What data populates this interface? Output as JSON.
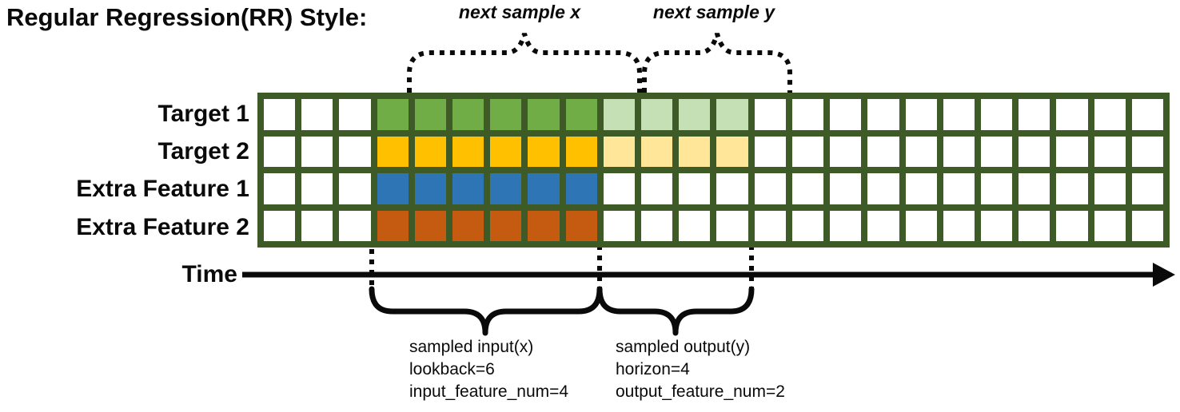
{
  "title": "Regular Regression(RR) Style:",
  "brace_labels": {
    "next_x": "next sample x",
    "next_y": "next sample y"
  },
  "time_label": "Time",
  "palette": {
    "white": "#ffffff",
    "green": "#70AD47",
    "light_green": "#C5E0B4",
    "gold": "#FFC000",
    "light_gold": "#FFE699",
    "blue": "#2E75B6",
    "orange": "#C55A11",
    "grid_line": "#3e5b27",
    "ink": "#0a0a0a"
  },
  "grid": {
    "columns": 24,
    "rows": [
      {
        "label": "Target 1",
        "segments": [
          {
            "color": "white",
            "count": 3
          },
          {
            "color": "green",
            "count": 6
          },
          {
            "color": "light_green",
            "count": 4
          },
          {
            "color": "white",
            "count": 11
          }
        ]
      },
      {
        "label": "Target 2",
        "segments": [
          {
            "color": "white",
            "count": 3
          },
          {
            "color": "gold",
            "count": 6
          },
          {
            "color": "light_gold",
            "count": 4
          },
          {
            "color": "white",
            "count": 11
          }
        ]
      },
      {
        "label": "Extra Feature 1",
        "segments": [
          {
            "color": "white",
            "count": 3
          },
          {
            "color": "blue",
            "count": 6
          },
          {
            "color": "white",
            "count": 15
          }
        ]
      },
      {
        "label": "Extra Feature 2",
        "segments": [
          {
            "color": "white",
            "count": 3
          },
          {
            "color": "orange",
            "count": 6
          },
          {
            "color": "white",
            "count": 15
          }
        ]
      }
    ]
  },
  "annotations": {
    "input": {
      "lines": [
        "sampled input(x)",
        "lookback=6",
        "input_feature_num=4"
      ]
    },
    "output": {
      "lines": [
        "sampled output(y)",
        "horizon=4",
        "output_feature_num=2"
      ]
    }
  }
}
